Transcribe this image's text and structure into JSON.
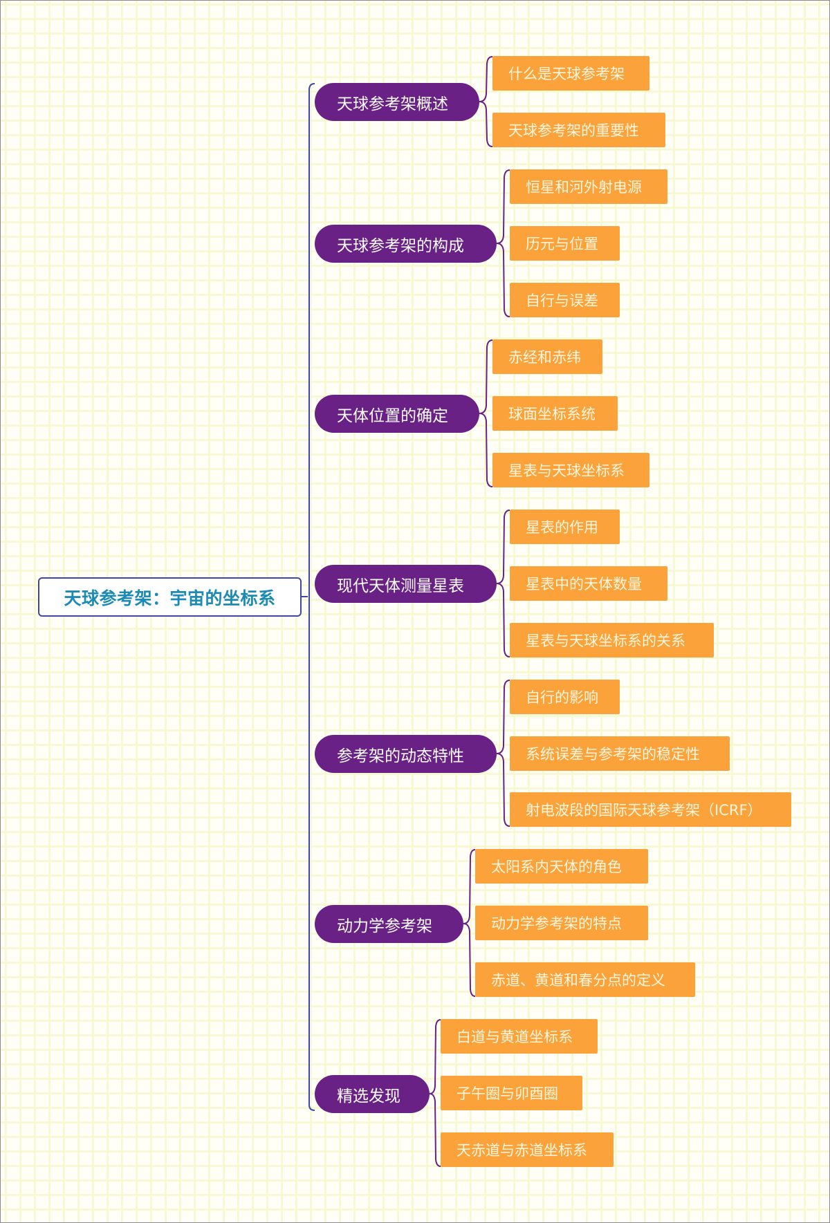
{
  "root": {
    "label": "天球参考架：宇宙的坐标系"
  },
  "colors": {
    "root_border": "#3f46a8",
    "root_text": "#1b8ab4",
    "main_fill": "#6a2185",
    "leaf_fill": "#fba23a",
    "trunk_line": "#3f46a8",
    "branch_line": "#6a2185"
  },
  "branches": [
    {
      "label": "天球参考架概述",
      "children": [
        {
          "label": "什么是天球参考架"
        },
        {
          "label": "天球参考架的重要性"
        }
      ]
    },
    {
      "label": "天球参考架的构成",
      "children": [
        {
          "label": "恒星和河外射电源"
        },
        {
          "label": "历元与位置"
        },
        {
          "label": "自行与误差"
        }
      ]
    },
    {
      "label": "天体位置的确定",
      "children": [
        {
          "label": "赤经和赤纬"
        },
        {
          "label": "球面坐标系统"
        },
        {
          "label": "星表与天球坐标系"
        }
      ]
    },
    {
      "label": "现代天体测量星表",
      "children": [
        {
          "label": "星表的作用"
        },
        {
          "label": "星表中的天体数量"
        },
        {
          "label": "星表与天球坐标系的关系"
        }
      ]
    },
    {
      "label": "参考架的动态特性",
      "children": [
        {
          "label": "自行的影响"
        },
        {
          "label": "系统误差与参考架的稳定性"
        },
        {
          "label": "射电波段的国际天球参考架（ICRF）"
        }
      ]
    },
    {
      "label": "动力学参考架",
      "children": [
        {
          "label": "太阳系内天体的角色"
        },
        {
          "label": "动力学参考架的特点"
        },
        {
          "label": "赤道、黄道和春分点的定义"
        }
      ]
    },
    {
      "label": "精选发现",
      "children": [
        {
          "label": "白道与黄道坐标系"
        },
        {
          "label": "子午圈与卯酉圈"
        },
        {
          "label": "天赤道与赤道坐标系"
        }
      ]
    }
  ]
}
